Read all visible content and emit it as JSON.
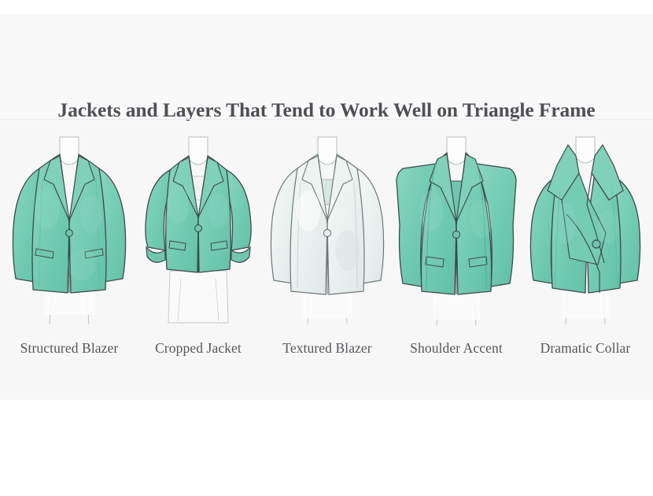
{
  "page": {
    "background_color": "#ffffff",
    "card_background_color": "#f7f7f7",
    "header_background_color": "#f9f9f9",
    "divider_color": "#ececec"
  },
  "header": {
    "title": "Jackets and Layers That Tend to Work Well on Triangle Frame",
    "title_color": "#4e5055"
  },
  "palette": {
    "jacket_mint": "#76cdb4",
    "jacket_mint_dark": "#5cbda2",
    "jacket_mint_light": "#8fd8c3",
    "jacket_pale": "#eef2f2",
    "jacket_pale_shade": "#e2e9e9",
    "outline": "#3f4a4a",
    "outline_soft": "#8e9a9a",
    "body_line": "#b9bcbc",
    "label_color": "#55565a"
  },
  "items": [
    {
      "id": "structured-blazer",
      "label": "Structured Blazer",
      "style": "mint",
      "features": [
        "notched-lapel",
        "single-button",
        "welt-pockets",
        "long-sleeves",
        "hip-length"
      ]
    },
    {
      "id": "cropped-jacket",
      "label": "Cropped Jacket",
      "style": "mint",
      "features": [
        "notched-lapel",
        "single-button",
        "flap-pockets",
        "three-quarter-puff-sleeves",
        "cropped-hem"
      ]
    },
    {
      "id": "textured-blazer",
      "label": "Textured Blazer",
      "style": "pale",
      "features": [
        "notched-lapel",
        "single-button",
        "long-sleeves",
        "hip-length"
      ]
    },
    {
      "id": "shoulder-accent",
      "label": "Shoulder Accent",
      "style": "mint",
      "features": [
        "peak-lapel",
        "structured-padded-shoulders",
        "single-button",
        "flap-pockets",
        "long-sleeves"
      ]
    },
    {
      "id": "dramatic-collar",
      "label": "Dramatic Collar",
      "style": "mint",
      "features": [
        "oversized-upturned-collar",
        "asymmetric-wrap-closure",
        "single-button",
        "long-sleeves",
        "peplum-hem"
      ]
    }
  ]
}
